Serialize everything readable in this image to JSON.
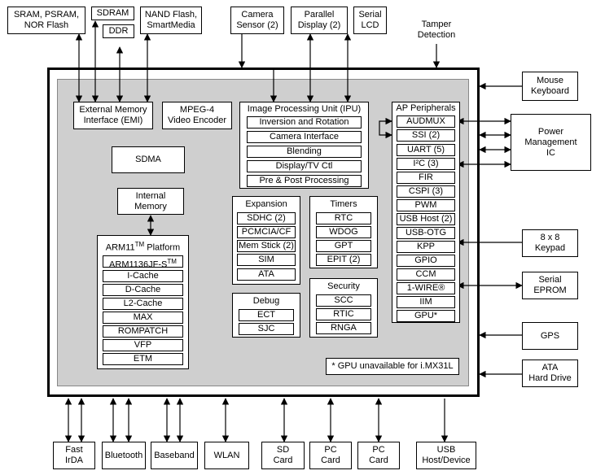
{
  "external_top": {
    "sram": "SRAM, PSRAM,\nNOR Flash",
    "sdram": "SDRAM",
    "ddr": "DDR",
    "nand": "NAND Flash,\nSmartMedia",
    "camera": "Camera\nSensor (2)",
    "parallel": "Parallel\nDisplay (2)",
    "serial_lcd": "Serial\nLCD",
    "tamper": "Tamper\nDetection"
  },
  "external_right": {
    "mouse": "Mouse\nKeyboard",
    "power": "Power\nManagement\nIC",
    "keypad": "8 x 8\nKeypad",
    "eprom": "Serial\nEPROM",
    "gps": "GPS",
    "ata_drive": "ATA\nHard Drive"
  },
  "external_bottom": {
    "irda": "Fast\nIrDA",
    "bluetooth": "Bluetooth",
    "baseband": "Baseband",
    "wlan": "WLAN",
    "sd": "SD\nCard",
    "pc1": "PC\nCard",
    "pc2": "PC\nCard",
    "usb": "USB\nHost/Device"
  },
  "blocks": {
    "emi": "External Memory\nInterface (EMI)",
    "mpeg": "MPEG-4\nVideo Encoder",
    "sdma": "SDMA",
    "internal_memory": "Internal\nMemory",
    "gpu_note": "* GPU unavailable for i.MX31L"
  },
  "ipu": {
    "title": "Image Processing Unit (IPU)",
    "items": [
      "Inversion and Rotation",
      "Camera Interface",
      "Blending",
      "Display/TV Ctl",
      "Pre & Post Processing"
    ]
  },
  "arm": {
    "title": "ARM11",
    "title_tm": "TM",
    "title_suffix": " Platform",
    "core": "ARM1136JF-S",
    "core_tm": "TM",
    "items": [
      "I-Cache",
      "D-Cache",
      "L2-Cache",
      "MAX",
      "ROMPATCH",
      "VFP",
      "ETM"
    ]
  },
  "expansion": {
    "title": "Expansion",
    "items": [
      "SDHC (2)",
      "PCMCIA/CF",
      "Mem Stick (2)",
      "SIM",
      "ATA"
    ]
  },
  "timers": {
    "title": "Timers",
    "items": [
      "RTC",
      "WDOG",
      "GPT",
      "EPIT (2)"
    ]
  },
  "debug": {
    "title": "Debug",
    "items": [
      "ECT",
      "SJC"
    ]
  },
  "security": {
    "title": "Security",
    "items": [
      "SCC",
      "RTIC",
      "RNGA"
    ]
  },
  "ap": {
    "title": "AP Peripherals",
    "items": [
      "AUDMUX",
      "SSI (2)",
      "UART (5)",
      "I²C (3)",
      "FIR",
      "CSPI (3)",
      "PWM",
      "USB Host (2)",
      "USB-OTG",
      "KPP",
      "GPIO",
      "CCM",
      "1-WIRE®",
      "IIM",
      "GPU*"
    ]
  }
}
